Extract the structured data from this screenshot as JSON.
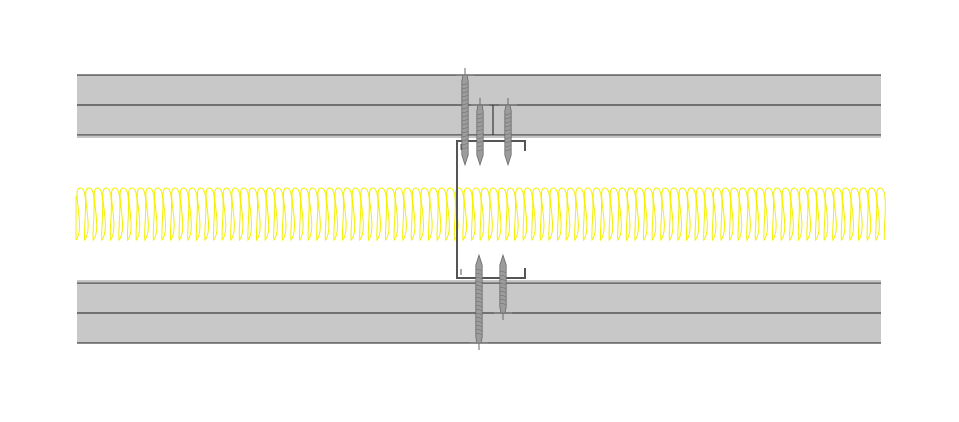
{
  "diagram": {
    "kind": "wall-section-detail",
    "colors": {
      "background": "#ffffff",
      "board_fill": "#c8c8c9",
      "board_edge": "#1a1a1a",
      "insulation": "#f4f000",
      "stud": "#555555",
      "screw_fill": "#9c9c9c",
      "screw_edge": "#6a6a6a"
    },
    "components": {
      "top_boards": [
        "gypsum-board-outer-top",
        "gypsum-board-inner-top"
      ],
      "bottom_boards": [
        "gypsum-board-inner-bottom",
        "gypsum-board-outer-bottom"
      ],
      "insulation": "mineral-wool-insulation",
      "stud": "c-profile-stud",
      "top_screws": 3,
      "bottom_screws": 2
    }
  }
}
